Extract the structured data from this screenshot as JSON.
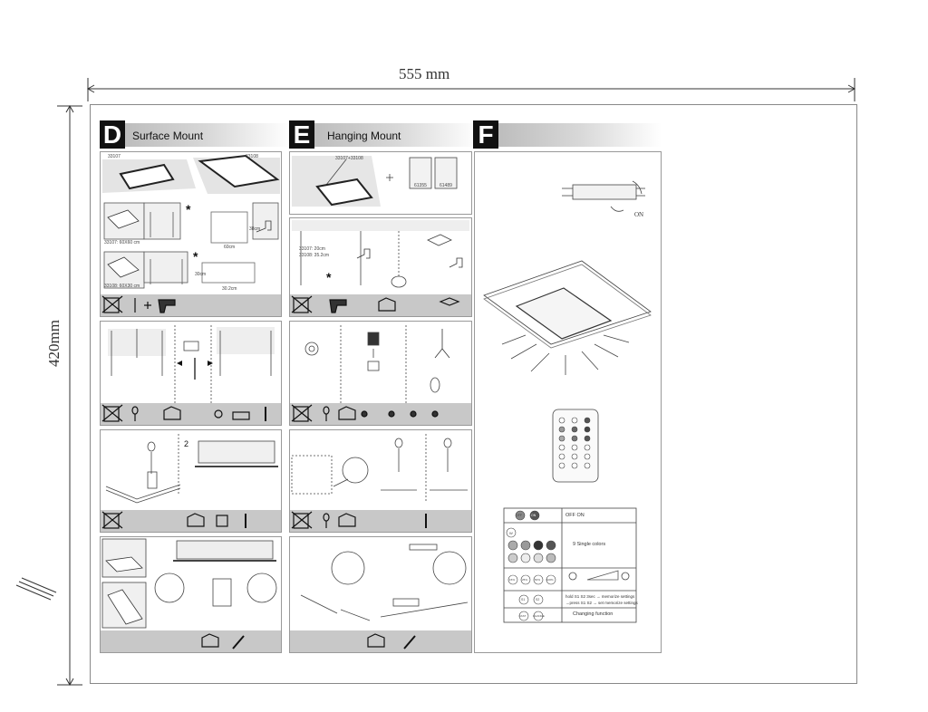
{
  "dimensions": {
    "width_label": "555 mm",
    "height_label": "420mm"
  },
  "sections": [
    {
      "letter": "D",
      "title": "Surface Mount"
    },
    {
      "letter": "E",
      "title": "Hanging Mount"
    },
    {
      "letter": "F",
      "title": ""
    }
  ],
  "panel_d1": {
    "codes": [
      "33107",
      "33108"
    ],
    "sizes": [
      "33107: 60X60 cm",
      "33108: 60X30 cm"
    ],
    "dims": [
      "60cm",
      "38cm",
      "30.2cm",
      "30cm"
    ]
  },
  "panel_e1": {
    "code": "33107+33108",
    "accessories": [
      "61355",
      "61489"
    ]
  },
  "panel_e2": {
    "lengths": [
      "33107:  20cm",
      "33108:  35.2cm"
    ]
  },
  "panel_d3": {
    "step_number": "2"
  },
  "panel_f": {
    "switch_label": "ON",
    "remote_table": {
      "rows": [
        {
          "buttons": [
            "OFF",
            "ON"
          ],
          "desc": "OFF      ON"
        },
        {
          "buttons": [
            "W"
          ],
          "desc": "9 Single colors"
        },
        {
          "buttons": [
            "15%",
            "25%",
            "50%",
            "100%"
          ],
          "desc": ""
        },
        {
          "buttons": [
            "S1",
            "S2"
          ],
          "desc_lines": [
            "hold S1 S2 3sec → memorize settings",
            "→press S1 S2 → set memorize settings"
          ]
        },
        {
          "buttons": [
            "FAST",
            "CHANGE"
          ],
          "desc": "Changing function"
        }
      ]
    }
  },
  "colors": {
    "header_black": "#111111",
    "strip_gray": "#c8c8c8",
    "border": "#999999"
  }
}
